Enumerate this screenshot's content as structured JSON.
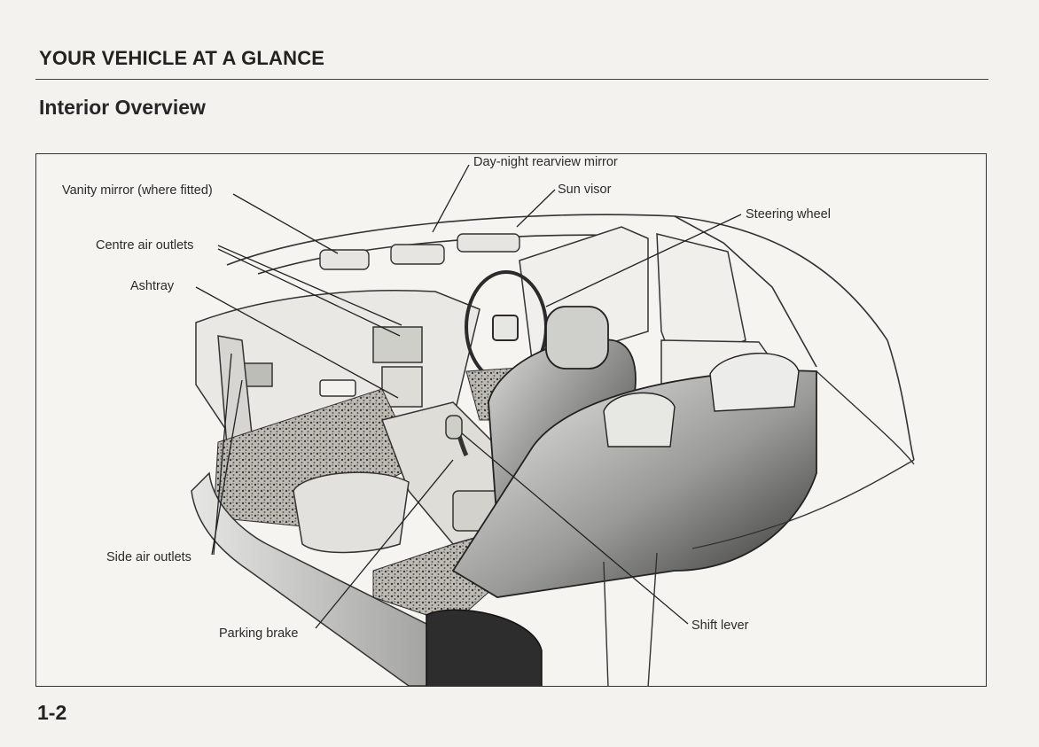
{
  "header": {
    "section_title": "YOUR VEHICLE AT A GLANCE",
    "subsection_title": "Interior Overview"
  },
  "figure": {
    "labels": {
      "rearview_mirror": "Day-night rearview mirror",
      "vanity_mirror": "Vanity mirror (where fitted)",
      "sun_visor": "Sun visor",
      "steering_wheel": "Steering wheel",
      "centre_air_outlets": "Centre air outlets",
      "ashtray": "Ashtray",
      "side_air_outlets": "Side air outlets",
      "parking_brake": "Parking brake",
      "shift_lever": "Shift lever"
    }
  },
  "footer": {
    "page_number": "1-2"
  }
}
